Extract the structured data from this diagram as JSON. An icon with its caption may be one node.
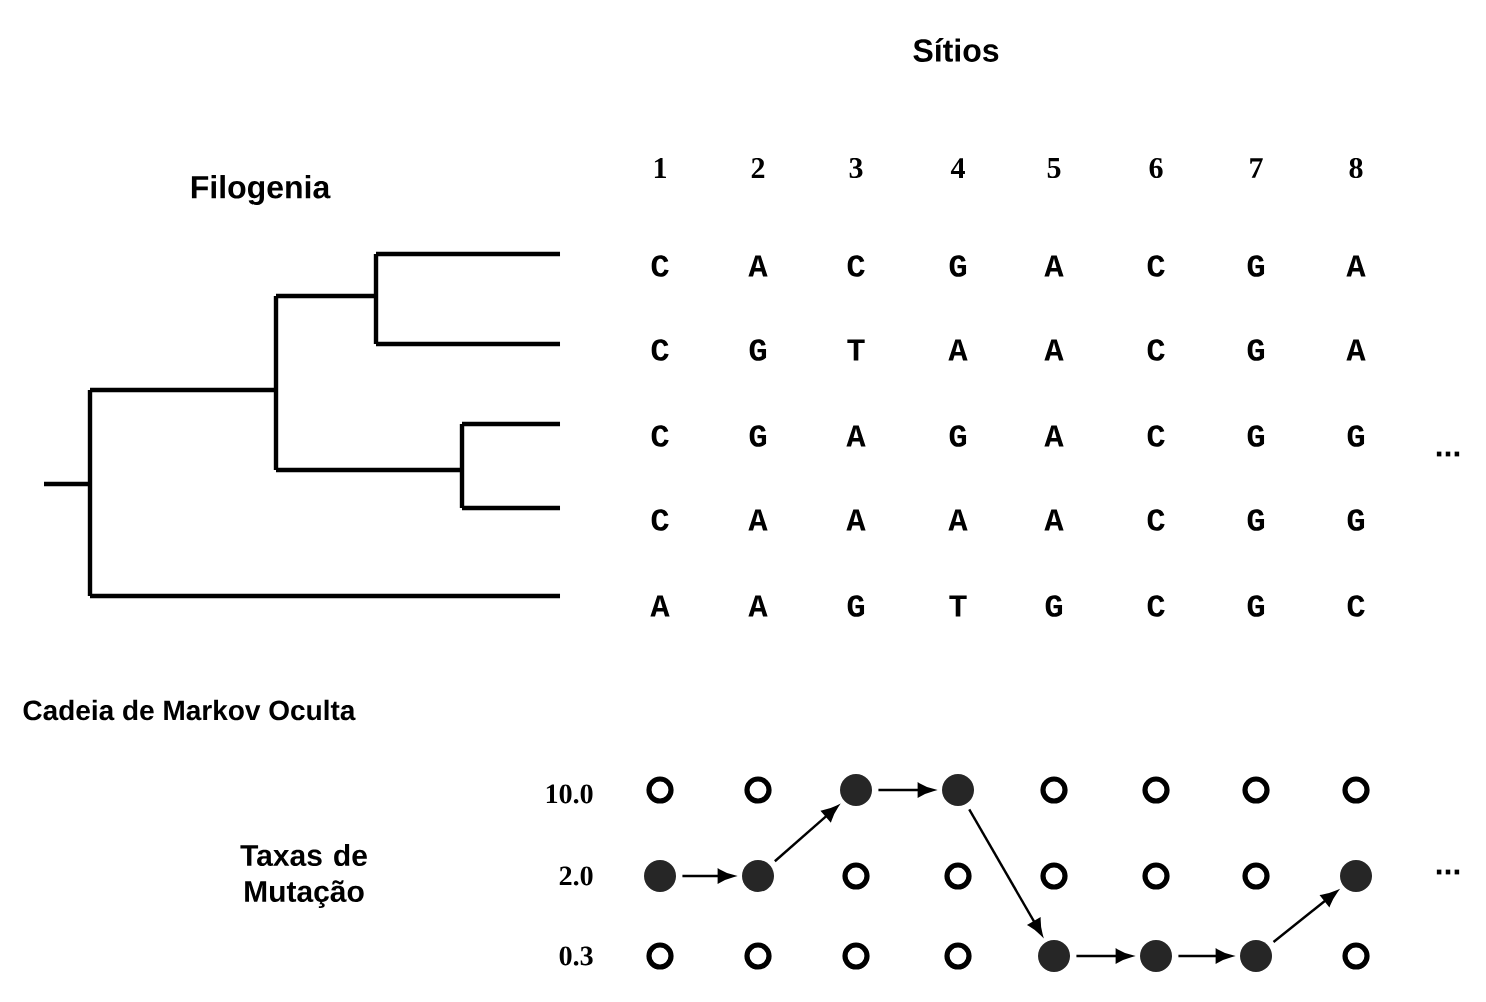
{
  "diagram": {
    "nodes": [
      {
        "text": [],
        "shape": "circle"
      },
      {
        "text": [],
        "shape": "circle"
      },
      {
        "text": [],
        "shape": "dot"
      },
      {
        "text": [],
        "shape": "dot"
      },
      {
        "text": [],
        "shape": "circle"
      },
      {
        "text": [],
        "shape": "circle"
      },
      {
        "text": [],
        "shape": "circle"
      },
      {
        "text": [],
        "shape": "circle"
      },
      {
        "text": [],
        "shape": "dot"
      },
      {
        "text": [],
        "shape": "dot"
      },
      {
        "text": [],
        "shape": "circle"
      },
      {
        "text": [],
        "shape": "circle"
      },
      {
        "text": [],
        "shape": "circle"
      },
      {
        "text": [],
        "shape": "circle"
      },
      {
        "text": [],
        "shape": "circle"
      },
      {
        "text": [],
        "shape": "dot"
      },
      {
        "text": [],
        "shape": "circle"
      },
      {
        "text": [],
        "shape": "circle"
      },
      {
        "text": [],
        "shape": "circle"
      },
      {
        "text": [],
        "shape": "circle"
      },
      {
        "text": [],
        "shape": "dot"
      },
      {
        "text": [],
        "shape": "dot"
      },
      {
        "text": [],
        "shape": "dot"
      },
      {
        "text": [],
        "shape": "circle"
      }
    ],
    "edges": [
      {
        "from": 8,
        "to": 9,
        "arrow": "to"
      },
      {
        "from": 9,
        "to": 2,
        "arrow": "to"
      },
      {
        "from": 2,
        "to": 3,
        "arrow": "to"
      },
      {
        "from": 3,
        "to": 20,
        "arrow": "to"
      },
      {
        "from": 20,
        "to": 21,
        "arrow": "to"
      },
      {
        "from": 21,
        "to": 22,
        "arrow": "to"
      },
      {
        "from": 22,
        "to": 15,
        "arrow": "to"
      }
    ],
    "labels": [
      "Sítios",
      "Filogenia",
      "1",
      "2",
      "3",
      "4",
      "5",
      "6",
      "7",
      "8",
      "C",
      "A",
      "C",
      "G",
      "A",
      "C",
      "G",
      "A",
      "C",
      "G",
      "T",
      "A",
      "A",
      "C",
      "G",
      "A",
      "C",
      "G",
      "A",
      "G",
      "A",
      "C",
      "G",
      "G",
      "C",
      "A",
      "A",
      "A",
      "A",
      "C",
      "G",
      "G",
      "A",
      "A",
      "G",
      "T",
      "G",
      "C",
      "G",
      "C",
      "...",
      "Cadeia de Markov Oculta",
      "10.0",
      "2.0",
      "Taxas de Mutação",
      "0.3",
      "..."
    ]
  }
}
